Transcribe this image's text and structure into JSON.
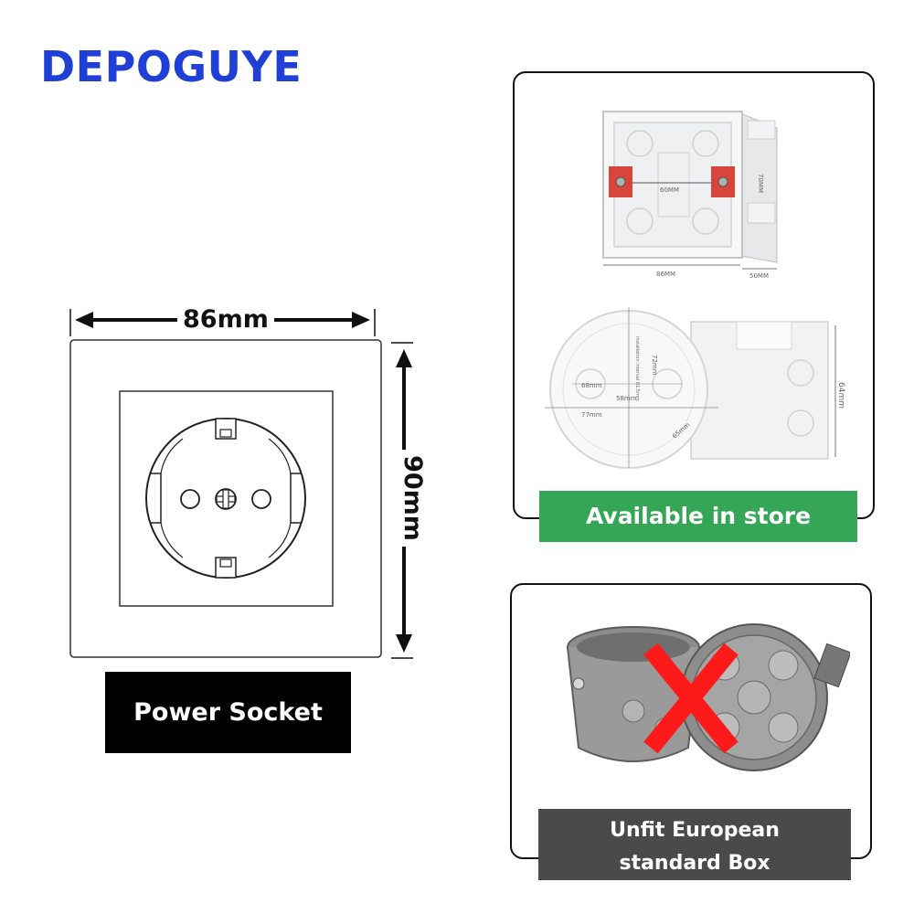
{
  "brand": "DEPOGUYE",
  "socket": {
    "width_label": "86mm",
    "height_label": "90mm",
    "caption": "Power Socket"
  },
  "store_box": {
    "caption": "Available in store",
    "caption_color": "#35a556",
    "labels": {
      "inner": "60MM",
      "height": "70MM",
      "width": "86MM",
      "depth": "50MM",
      "round_height": "64mm",
      "d72": "72mm",
      "d68": "68mm",
      "d58": "58mm",
      "d77": "77mm",
      "d65": "65mm",
      "install": "installation interval 61.5mm"
    }
  },
  "unfit_box": {
    "caption_line1": "Unfit European",
    "caption_line2": "standard Box",
    "caption_color": "#4a4a4a",
    "cross_color": "#ff1a1a"
  },
  "colors": {
    "brand": "#1f3fd6"
  }
}
